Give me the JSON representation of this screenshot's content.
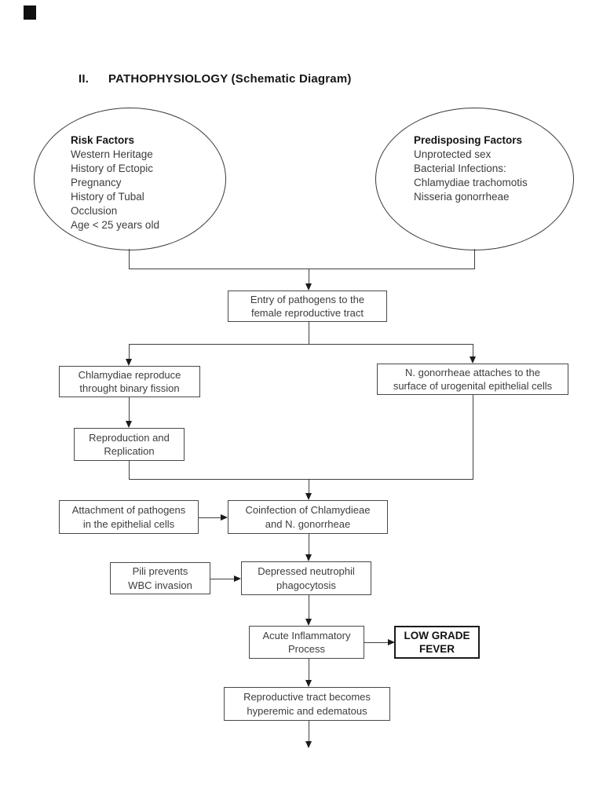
{
  "header": {
    "numeral": "II.",
    "title": "PATHOPHYSIOLOGY (Schematic Diagram)"
  },
  "ellipses": {
    "risk": {
      "heading": "Risk Factors",
      "lines": [
        "Western Heritage",
        "History of Ectopic",
        "Pregnancy",
        "History of Tubal",
        "Occlusion",
        "Age < 25 years old"
      ]
    },
    "predisposing": {
      "heading": "Predisposing Factors",
      "lines": [
        "Unprotected sex",
        "Bacterial Infections:",
        "Chlamydiae trachomotis",
        "Nisseria gonorrheae"
      ]
    }
  },
  "boxes": {
    "entry": {
      "line1": "Entry of pathogens to the",
      "line2": "female reproductive tract"
    },
    "chlamydiae": {
      "line1": "Chlamydiae reproduce",
      "line2": "throught binary fission"
    },
    "gonorrheae": {
      "line1": "N. gonorrheae attaches to the",
      "line2": "surface of urogenital epithelial cells"
    },
    "reproduction": {
      "line1": "Reproduction and",
      "line2": "Replication"
    },
    "attachment": {
      "line1": "Attachment of pathogens",
      "line2": "in the epithelial cells"
    },
    "coinfection": {
      "line1": "Coinfection of Chlamydieae",
      "line2": "and N. gonorrheae"
    },
    "pili": {
      "line1": "Pili prevents",
      "line2": "WBC invasion"
    },
    "depressed": {
      "line1": "Depressed neutrophil",
      "line2": "phagocytosis"
    },
    "acute": {
      "line1": "Acute Inflammatory",
      "line2": "Process"
    },
    "fever": {
      "line1": "LOW GRADE",
      "line2": "FEVER"
    },
    "hyperemic": {
      "line1": "Reproductive tract becomes",
      "line2": "hyperemic and edematous"
    }
  },
  "colors": {
    "background": "#ffffff",
    "line": "#3f3f3f",
    "box_border": "#484848",
    "text": "#3d3d3d",
    "heading": "#141414"
  }
}
